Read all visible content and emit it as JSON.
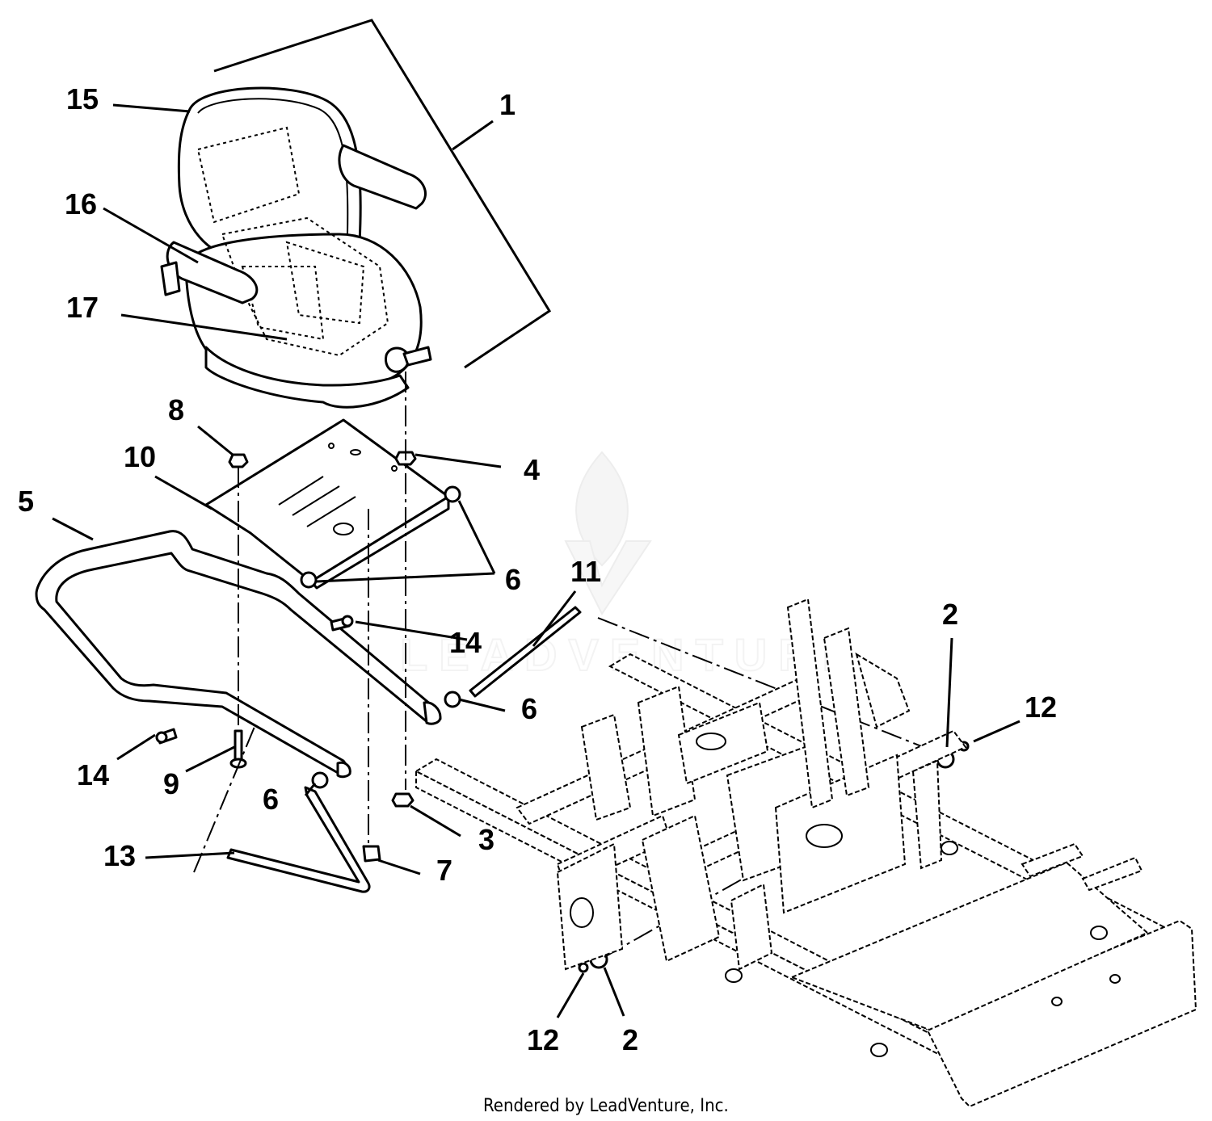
{
  "callouts": [
    {
      "id": "1",
      "label": "1"
    },
    {
      "id": "2a",
      "label": "2"
    },
    {
      "id": "2b",
      "label": "2"
    },
    {
      "id": "3",
      "label": "3"
    },
    {
      "id": "4",
      "label": "4"
    },
    {
      "id": "5",
      "label": "5"
    },
    {
      "id": "6a",
      "label": "6"
    },
    {
      "id": "6b",
      "label": "6"
    },
    {
      "id": "6c",
      "label": "6"
    },
    {
      "id": "7",
      "label": "7"
    },
    {
      "id": "8",
      "label": "8"
    },
    {
      "id": "9",
      "label": "9"
    },
    {
      "id": "10",
      "label": "10"
    },
    {
      "id": "11",
      "label": "11"
    },
    {
      "id": "12a",
      "label": "12"
    },
    {
      "id": "12b",
      "label": "12"
    },
    {
      "id": "13",
      "label": "13"
    },
    {
      "id": "14a",
      "label": "14"
    },
    {
      "id": "14b",
      "label": "14"
    },
    {
      "id": "15",
      "label": "15"
    },
    {
      "id": "16",
      "label": "16"
    },
    {
      "id": "17",
      "label": "17"
    }
  ],
  "watermark": "LEADVENTURE",
  "footer": "Rendered by LeadVenture, Inc."
}
